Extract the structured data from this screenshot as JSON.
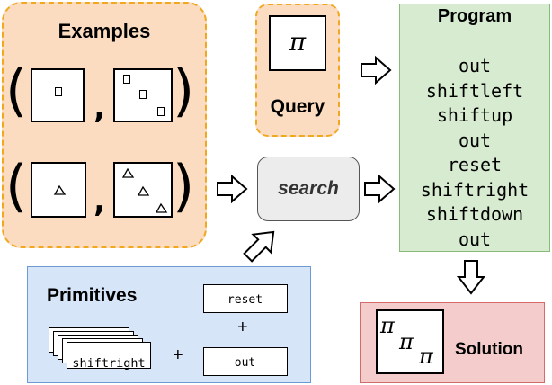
{
  "examples": {
    "title": "Examples",
    "paren_open": "(",
    "paren_close": ")",
    "comma": ","
  },
  "query": {
    "title": "Query",
    "symbol": "π"
  },
  "program": {
    "title": "Program",
    "lines": [
      "out",
      "shiftleft",
      "shiftup",
      "out",
      "reset",
      "shiftright",
      "shiftdown",
      "out"
    ]
  },
  "search": {
    "label": "search"
  },
  "primitives": {
    "title": "Primitives",
    "stack_label": "shiftright",
    "plus": "+",
    "reset_label": "reset",
    "out_label": "out"
  },
  "solution": {
    "label": "Solution",
    "symbols": [
      "π",
      "π",
      "π"
    ]
  },
  "colors": {
    "examples_fill": "#fbdcc0",
    "examples_border": "#f0a820",
    "program_fill": "#d6ebcf",
    "program_border": "#88bb77",
    "primitives_fill": "#d6e6f8",
    "primitives_border": "#6c9bd2",
    "solution_fill": "#f5cccc",
    "solution_border": "#d46a6a",
    "search_fill": "#ececec"
  }
}
